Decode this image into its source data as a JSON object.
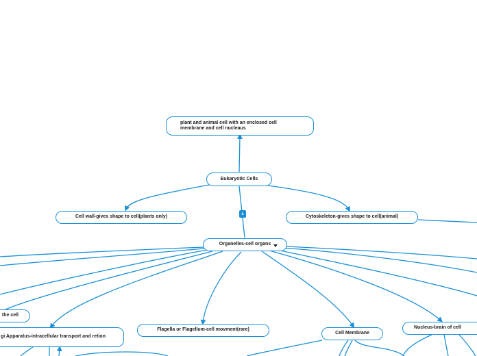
{
  "map": {
    "central": "Eukaryotic Cells",
    "definition": "plant and animal cell with an enclosed cell membrane and cell nucleaus",
    "cell_wall": "Cell wall-gives shape to cell(plants only)",
    "cytoskeleton": "Cytoskeleton-gives shape to cell(animal)",
    "organelles": "Organelles-cell organs",
    "badge": "c",
    "fragment_left": "the cell",
    "golgi": "gi Apparatus-intracellular transport and retion",
    "flagella": "Flagella or Flagellum-cell movment(rare)",
    "cell_membrane": "Cell Membrane",
    "nucleus": "Nucleus-brain of cell"
  },
  "colors": {
    "line": "#1a8fd6",
    "node_border": "#1a8fd6",
    "badge": "#1a8fd6",
    "text": "#1b1b1b"
  }
}
